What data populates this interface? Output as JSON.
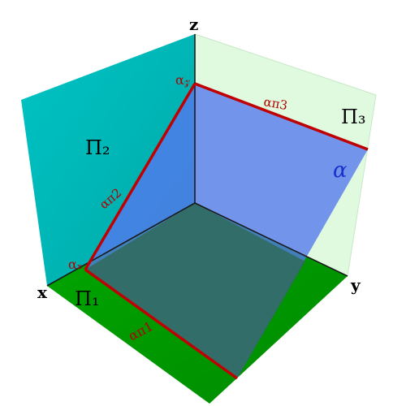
{
  "axes": {
    "x": "x",
    "y": "y",
    "z": "z"
  },
  "planes": {
    "pi1": {
      "label": "Π₁"
    },
    "pi2": {
      "label": "Π₂"
    },
    "pi3": {
      "label": "Π₃"
    },
    "alpha": {
      "label": "α"
    }
  },
  "traces": {
    "h": "απ1",
    "f": "απ2",
    "p": "απ3"
  },
  "vanishing_points": {
    "ax": "αₓ",
    "az": "α𝓏"
  },
  "colors": {
    "pi1": "#00a000",
    "pi2": "#00b8b8",
    "pi3": "#ddfadd",
    "alpha": "#4a70e0",
    "trace": "#c00000",
    "alpha_label": "#1a2fcc"
  }
}
